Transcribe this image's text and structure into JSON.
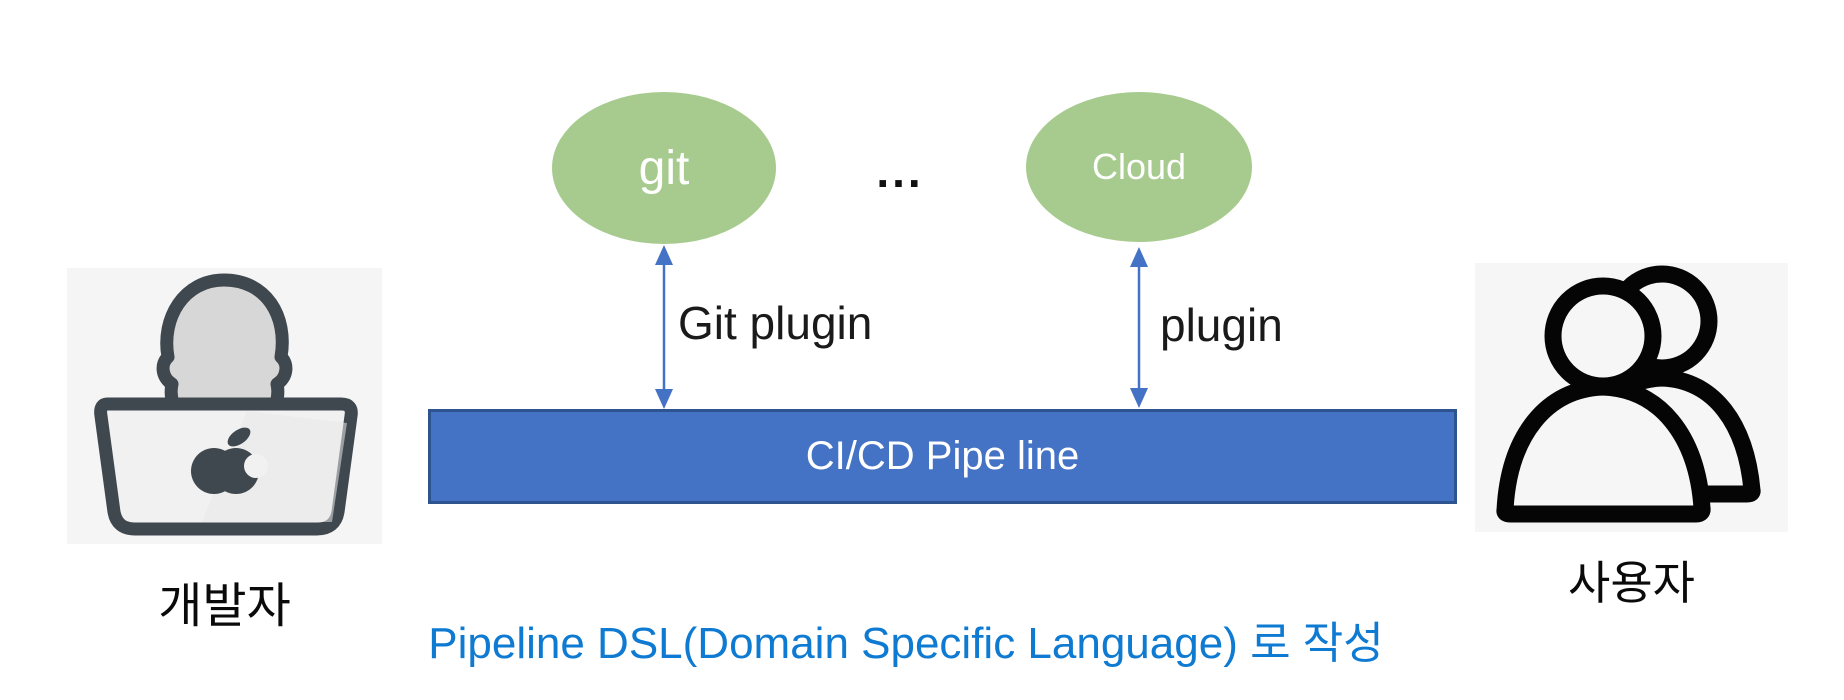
{
  "developer": {
    "label": "개발자"
  },
  "user": {
    "label": "사용자"
  },
  "nodes": {
    "git": "git",
    "cloud": "Cloud",
    "dots": "..."
  },
  "connectors": {
    "git_plugin": "Git plugin",
    "plugin": "plugin"
  },
  "pipeline": {
    "label": "CI/CD Pipe line"
  },
  "caption": "Pipeline DSL(Domain Specific Language) 로 작성",
  "colors": {
    "green": "#A7CB8E",
    "bar": "#4472C4",
    "barBorder": "#2E548F",
    "arrow": "#4472C4",
    "caption": "#0E7AD2",
    "ink": "#111111",
    "iconBg": "#F5F5F5",
    "slate": "#3F484E"
  }
}
